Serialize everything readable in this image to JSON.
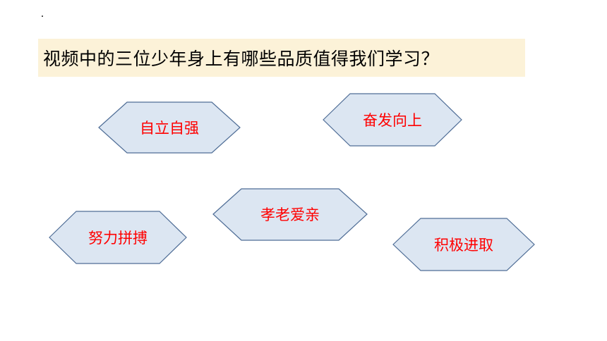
{
  "question": {
    "text": "视频中的三位少年身上有哪些品质值得我们学习？"
  },
  "qualities": [
    {
      "label": "自立自强"
    },
    {
      "label": "奋发向上"
    },
    {
      "label": "孝老爱亲"
    },
    {
      "label": "努力拼搏"
    },
    {
      "label": "积极进取"
    }
  ],
  "colors": {
    "question_bg": "#FCF2D8",
    "hex_fill": "#DCE6F2",
    "hex_stroke": "#4F6D96",
    "label_text": "#FF0000"
  }
}
